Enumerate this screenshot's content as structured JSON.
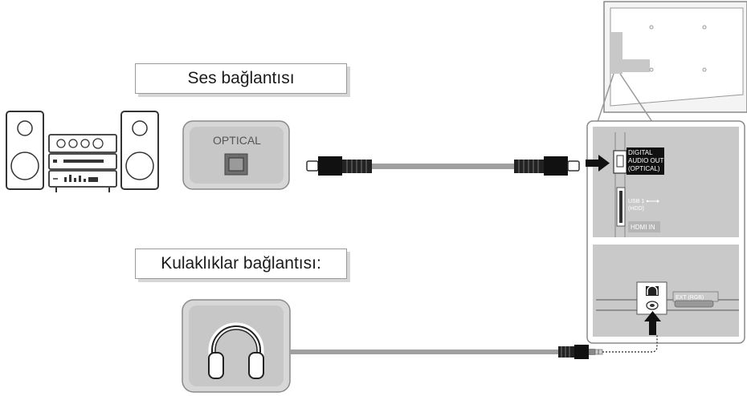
{
  "labels": {
    "audio_connection": "Ses bağlantısı",
    "headphone_connection": "Kulaklıklar bağlantısı:"
  },
  "device": {
    "optical_port_label": "OPTICAL"
  },
  "tv_panel": {
    "digital_audio_out": [
      "DIGITAL",
      "AUDIO OUT",
      "(OPTICAL)"
    ],
    "usb_label": "USB 1",
    "hdd_label": "(HDD)",
    "hdmi_label": "HDMI IN",
    "ext_label": "EXT (RGB)"
  }
}
